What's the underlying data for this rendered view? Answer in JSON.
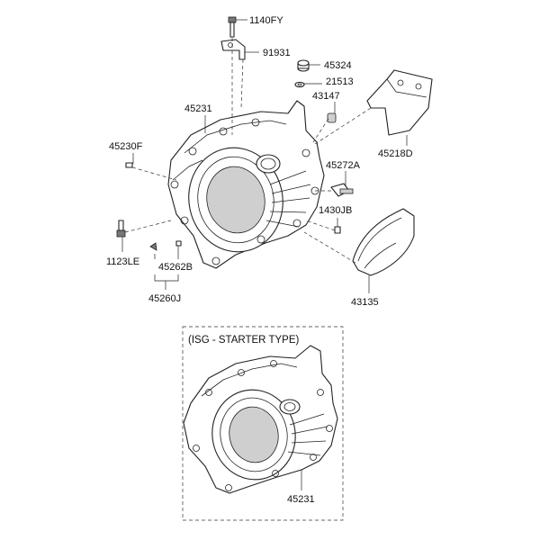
{
  "labels": {
    "p1140FY": "1140FY",
    "p91931": "91931",
    "p45324": "45324",
    "p21513": "21513",
    "p43147": "43147",
    "p45231_top": "45231",
    "p45230F": "45230F",
    "p45218D": "45218D",
    "p45272A": "45272A",
    "p1430JB": "1430JB",
    "p1123LE": "1123LE",
    "p45262B": "45262B",
    "p45260J": "45260J",
    "p43135": "43135",
    "p45231_bottom": "45231"
  },
  "inset": {
    "title": "(ISG - STARTER TYPE)"
  }
}
